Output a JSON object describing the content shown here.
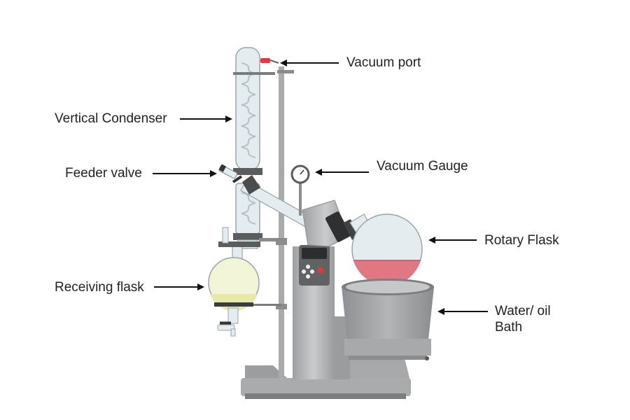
{
  "labels": {
    "vacuum_port": "Vacuum port",
    "vertical_condenser": "Vertical Condenser",
    "feeder_valve": "Feeder valve",
    "vacuum_gauge": "Vacuum Gauge",
    "rotary_flask": "Rotary Flask",
    "receiving_flask": "Receiving flask",
    "water_oil_bath_line1": "Water/ oil",
    "water_oil_bath_line2": "Bath"
  },
  "colors": {
    "glass": "#e4ecef",
    "metal": "#b7b9bb",
    "metal_dark": "#8c8e90",
    "rotary_liquid": "#e07883",
    "receiving_liquid": "#eef0c8",
    "bath": "#9fa2a4",
    "panel_button_red": "#e2393d",
    "arrow": "#111111"
  }
}
